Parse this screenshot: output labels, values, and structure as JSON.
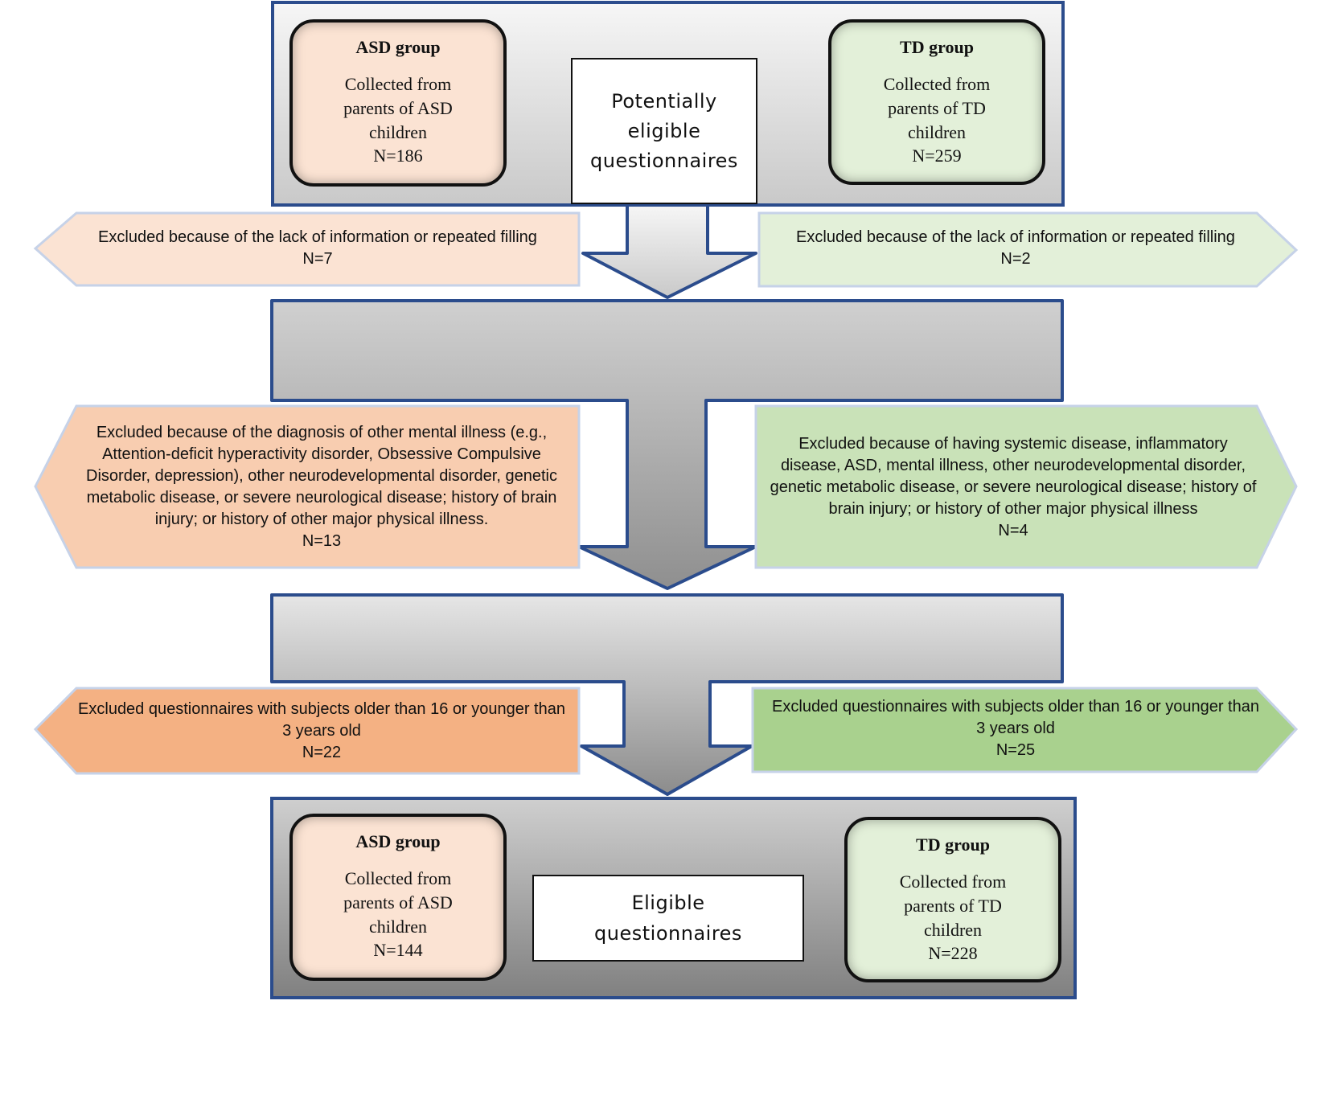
{
  "stage_top": {
    "asd": {
      "title": "ASD group",
      "desc": "Collected from parents of ASD children",
      "n": "N=186"
    },
    "td": {
      "title": "TD group",
      "desc": "Collected from parents of TD children",
      "n": "N=259"
    },
    "label": "Potentially eligible questionnaires"
  },
  "exclusions": [
    {
      "left": {
        "text": "Excluded because of the lack of information or repeated filling",
        "n": "N=7"
      },
      "right": {
        "text": "Excluded because of the lack of information or repeated filling",
        "n": "N=2"
      }
    },
    {
      "left": {
        "text": "Excluded because of the diagnosis of other mental illness (e.g., Attention-deficit hyperactivity disorder, Obsessive Compulsive Disorder, depression), other neurodevelopmental disorder, genetic metabolic disease, or severe neurological disease; history of brain injury; or history of other major physical illness.",
        "n": "N=13"
      },
      "right": {
        "text": "Excluded because of having systemic disease, inflammatory disease, ASD, mental illness, other neurodevelopmental disorder, genetic metabolic disease, or severe neurological disease; history of brain injury; or history of other major physical illness",
        "n": "N=4"
      }
    },
    {
      "left": {
        "text": "Excluded questionnaires with subjects older than 16 or younger than 3 years old",
        "n": "N=22"
      },
      "right": {
        "text": "Excluded questionnaires with subjects older than 16 or younger than 3 years old",
        "n": "N=25"
      }
    }
  ],
  "stage_bottom": {
    "asd": {
      "title": "ASD group",
      "desc": "Collected from parents of ASD children",
      "n": "N=144"
    },
    "td": {
      "title": "TD group",
      "desc": "Collected from parents of TD children",
      "n": "N=228"
    },
    "label": "Eligible questionnaires"
  },
  "colors": {
    "frame_border": "#2b4c8c",
    "asd_fill": "#fbe3d3",
    "td_fill": "#e3f0d9",
    "excl_left_1": "#fbe3d3",
    "excl_left_2": "#f8cdb0",
    "excl_left_3": "#f4b183",
    "excl_right_1": "#e3f0d9",
    "excl_right_2": "#c9e2b8",
    "excl_right_3": "#a9d18e"
  }
}
